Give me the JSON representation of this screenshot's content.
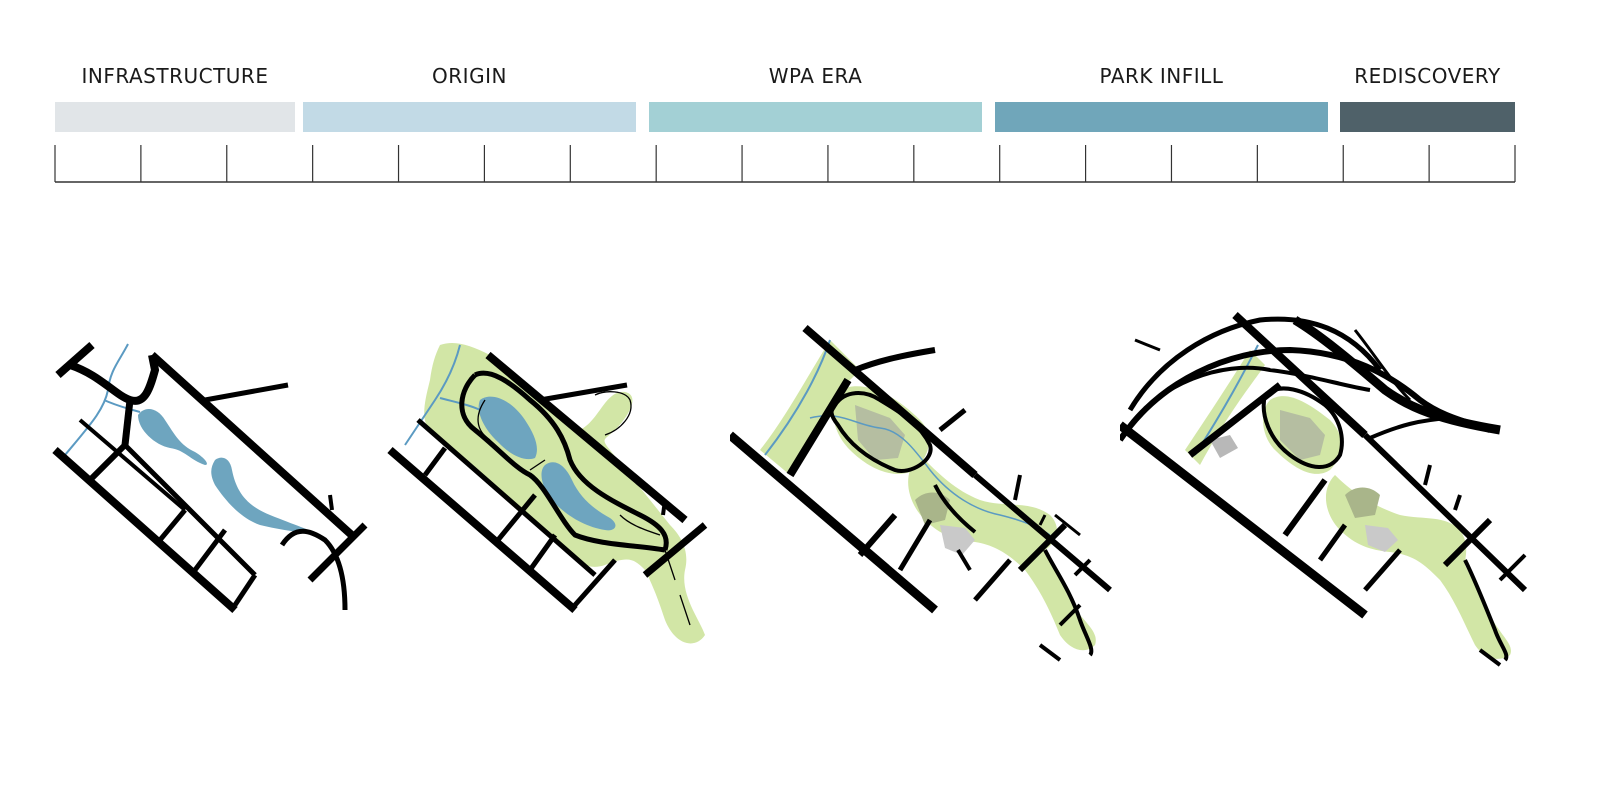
{
  "timeline": {
    "phases": [
      {
        "label": "INFRASTRUCTURE",
        "color": "#e1e5e8",
        "ticks": 3
      },
      {
        "label": "ORIGIN",
        "color": "#c2dae6",
        "ticks": 4
      },
      {
        "label": "WPA ERA",
        "color": "#a3d0d5",
        "ticks": 4
      },
      {
        "label": "PARK INFILL",
        "color": "#70a6ba",
        "ticks": 4
      },
      {
        "label": "REDISCOVERY",
        "color": "#4f6169",
        "ticks": 2
      }
    ]
  },
  "legend_colors": {
    "road": "#000000",
    "water": "#6ea5bf",
    "stream": "#5b9ac2",
    "park": "#d2e6a6",
    "building": "#b8b8b8"
  },
  "maps": [
    {
      "phase": "INFRASTRUCTURE"
    },
    {
      "phase": "ORIGIN"
    },
    {
      "phase": "WPA ERA"
    },
    {
      "phase": "PARK INFILL"
    }
  ]
}
